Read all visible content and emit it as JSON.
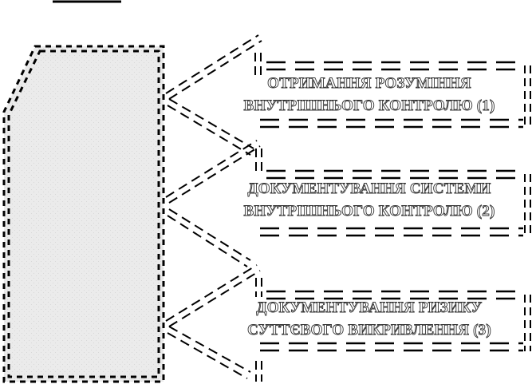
{
  "diagram": {
    "block": {
      "label": ""
    },
    "steps": [
      {
        "line1": "ОТРИМАННЯ РОЗУМІННЯ",
        "line2": "ВНУТРІШНЬОГО КОНТРОЛЮ (1)"
      },
      {
        "line1": "ДОКУМЕНТУВАННЯ СИСТЕМИ",
        "line2": "ВНУТРІШНЬОГО КОНТРОЛЮ (2)"
      },
      {
        "line1": "ДОКУМЕНТУВАННЯ РИЗИКУ",
        "line2": "СУТТЄВОГО ВИКРИВЛЕННЯ (3)"
      }
    ]
  }
}
